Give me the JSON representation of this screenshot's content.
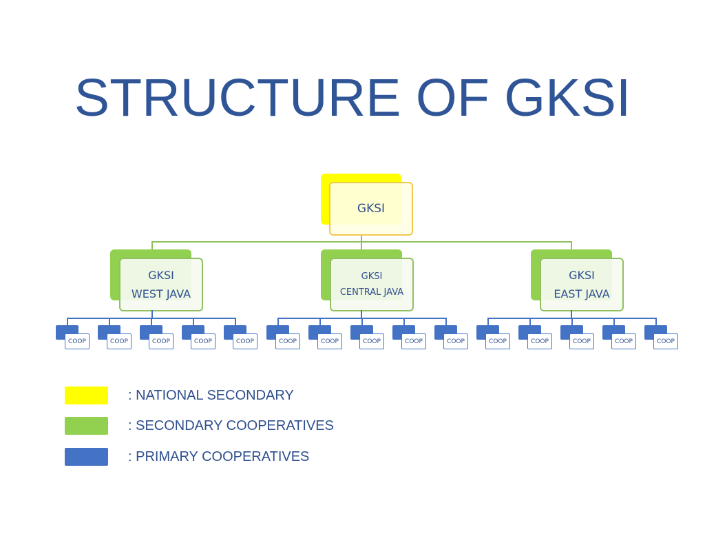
{
  "title": "STRUCTURE OF GKSI",
  "colors": {
    "national": "#ffff00",
    "secondary": "#92d050",
    "primary": "#4472c4",
    "text": "#2f5597"
  },
  "root": {
    "label": "GKSI"
  },
  "secondaries": [
    {
      "line1": "GKSI",
      "line2": "WEST JAVA",
      "coops": [
        "COOP",
        "COOP",
        "COOP",
        "COOP",
        "COOP"
      ]
    },
    {
      "line1": "GKSI",
      "line2": "CENTRAL JAVA",
      "coops": [
        "COOP",
        "COOP",
        "COOP",
        "COOP",
        "COOP"
      ]
    },
    {
      "line1": "GKSI",
      "line2": "EAST JAVA",
      "coops": [
        "COOP",
        "COOP",
        "COOP",
        "COOP",
        "COOP"
      ]
    }
  ],
  "legend": [
    {
      "label": ": NATIONAL SECONDARY",
      "color": "#ffff00"
    },
    {
      "label": ": SECONDARY COOPERATIVES",
      "color": "#92d050"
    },
    {
      "label": ": PRIMARY COOPERATIVES",
      "color": "#4472c4"
    }
  ]
}
